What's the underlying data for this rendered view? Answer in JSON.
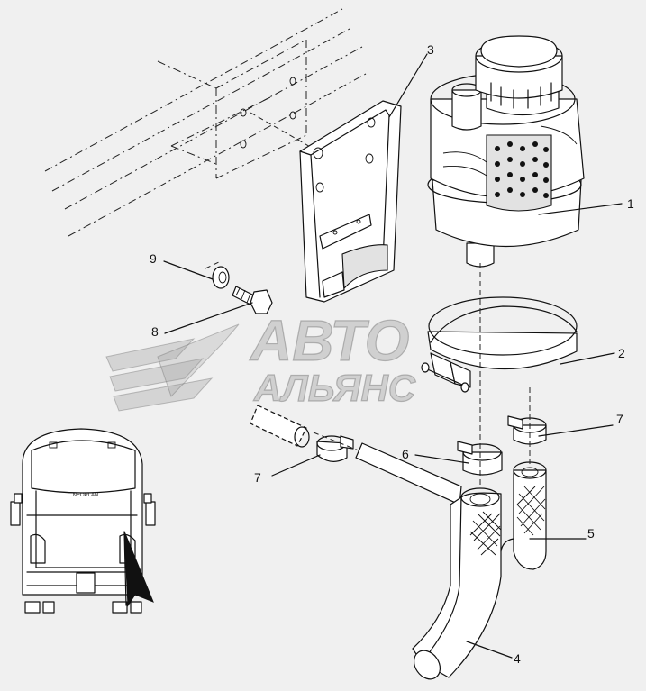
{
  "watermark": {
    "line1": "АВТО",
    "line2": "АЛЬЯНС"
  },
  "callouts": [
    {
      "id": "1",
      "label": "1"
    },
    {
      "id": "2",
      "label": "2"
    },
    {
      "id": "3",
      "label": "3"
    },
    {
      "id": "4",
      "label": "4"
    },
    {
      "id": "5",
      "label": "5"
    },
    {
      "id": "6",
      "label": "6"
    },
    {
      "id": "7a",
      "label": "7"
    },
    {
      "id": "7b",
      "label": "7"
    },
    {
      "id": "8",
      "label": "8"
    },
    {
      "id": "9",
      "label": "9"
    }
  ],
  "bus_badge": "NEOPLAN",
  "colors": {
    "background": "#f0f0f0",
    "line": "#111111",
    "watermark": "#969696"
  }
}
